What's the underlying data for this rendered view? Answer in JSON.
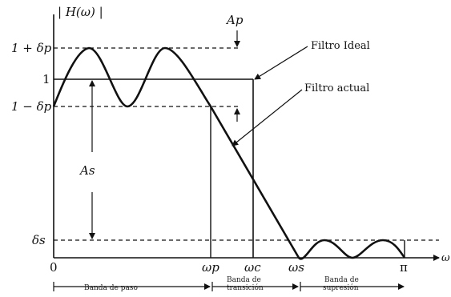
{
  "labels": {
    "y_axis": "| H(ω) |",
    "one_plus_dp": "1 + δp",
    "one": "1",
    "one_minus_dp": "1 − δp",
    "delta_s": "δs",
    "A_p": "Ap",
    "A_s": "As",
    "zero": "0",
    "omega_p": "ωp",
    "omega_c": "ωc",
    "omega_s": "ωs",
    "pi": "π",
    "omega_axis": "ω",
    "ideal_filter": "Filtro Ideal",
    "actual_filter": "Filtro actual"
  },
  "bands": {
    "pass": "Banda de paso",
    "transition_1": "Banda de",
    "transition_2": "transición",
    "stop_1": "Banda de",
    "stop_2": "supresión"
  }
}
